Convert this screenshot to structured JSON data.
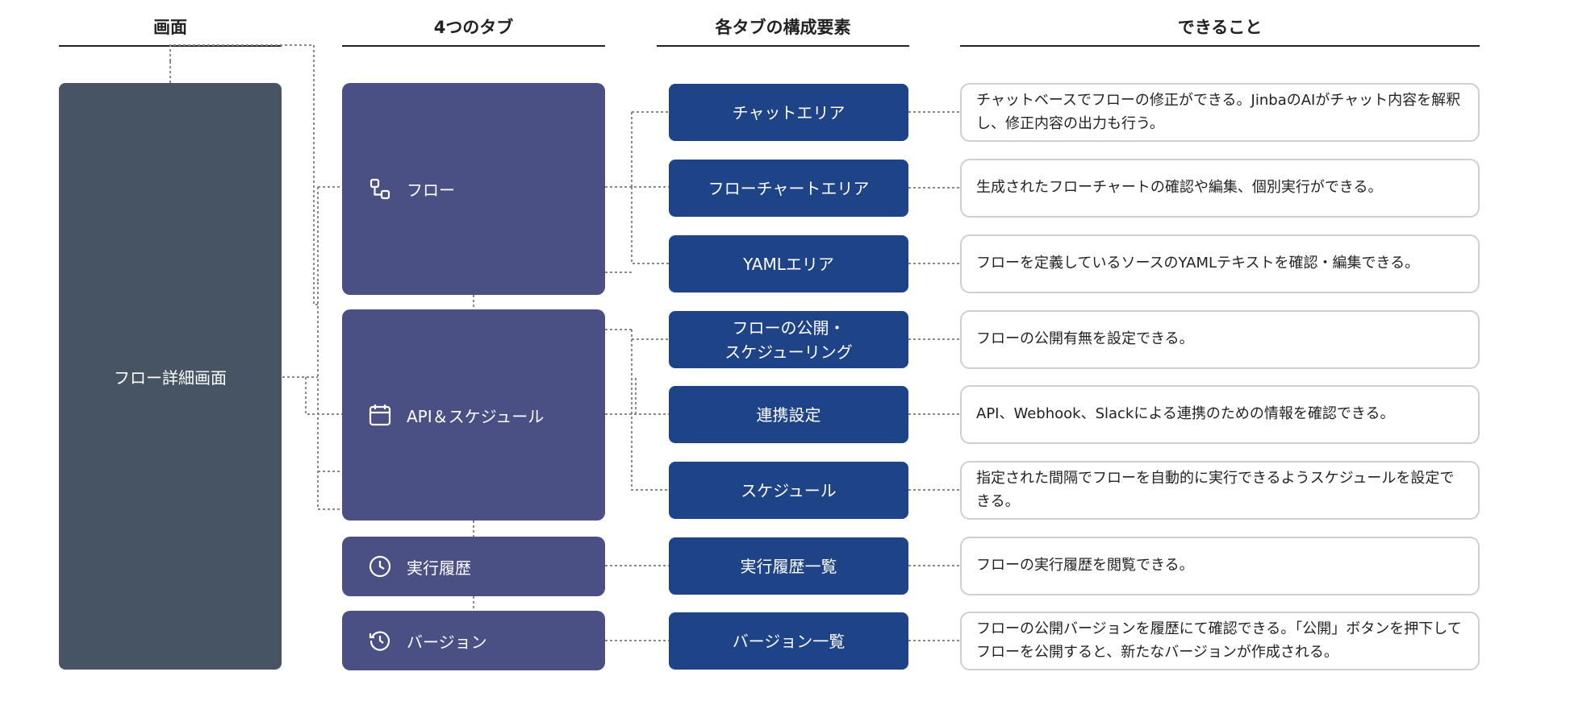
{
  "headers": {
    "screen": "画面",
    "tabs": "4つのタブ",
    "components": "各タブの構成要素",
    "capabilities": "できること"
  },
  "screen": {
    "label": "フロー詳細画面"
  },
  "tabs": [
    {
      "label": "フロー",
      "icon": "flow-icon"
    },
    {
      "label": "API＆スケジュール",
      "icon": "calendar-icon"
    },
    {
      "label": "実行履歴",
      "icon": "clock-icon"
    },
    {
      "label": "バージョン",
      "icon": "history-icon"
    }
  ],
  "components": [
    {
      "label": "チャットエリア",
      "desc": "チャットベースでフローの修正ができる。JinbaのAIがチャット内容を解釈し、修正内容の出力も行う。"
    },
    {
      "label": "フローチャートエリア",
      "desc": "生成されたフローチャートの確認や編集、個別実行ができる。"
    },
    {
      "label": "YAMLエリア",
      "desc": "フローを定義しているソースのYAMLテキストを確認・編集できる。"
    },
    {
      "label": "フローの公開・\nスケジューリング",
      "desc": "フローの公開有無を設定できる。"
    },
    {
      "label": "連携設定",
      "desc": "API、Webhook、Slackによる連携のための情報を確認できる。"
    },
    {
      "label": "スケジュール",
      "desc": "指定された間隔でフローを自動的に実行できるようスケジュールを設定できる。"
    },
    {
      "label": "実行履歴一覧",
      "desc": "フローの実行履歴を閲覧できる。"
    },
    {
      "label": "バージョン一覧",
      "desc": "フローの公開バージョンを履歴にて確認できる。「公開」ボタンを押下してフローを公開すると、新たなバージョンが作成される。"
    }
  ],
  "colors": {
    "screen": "#475463",
    "tab": "#4a5083",
    "component": "#1f4387",
    "connector": "#888888"
  }
}
